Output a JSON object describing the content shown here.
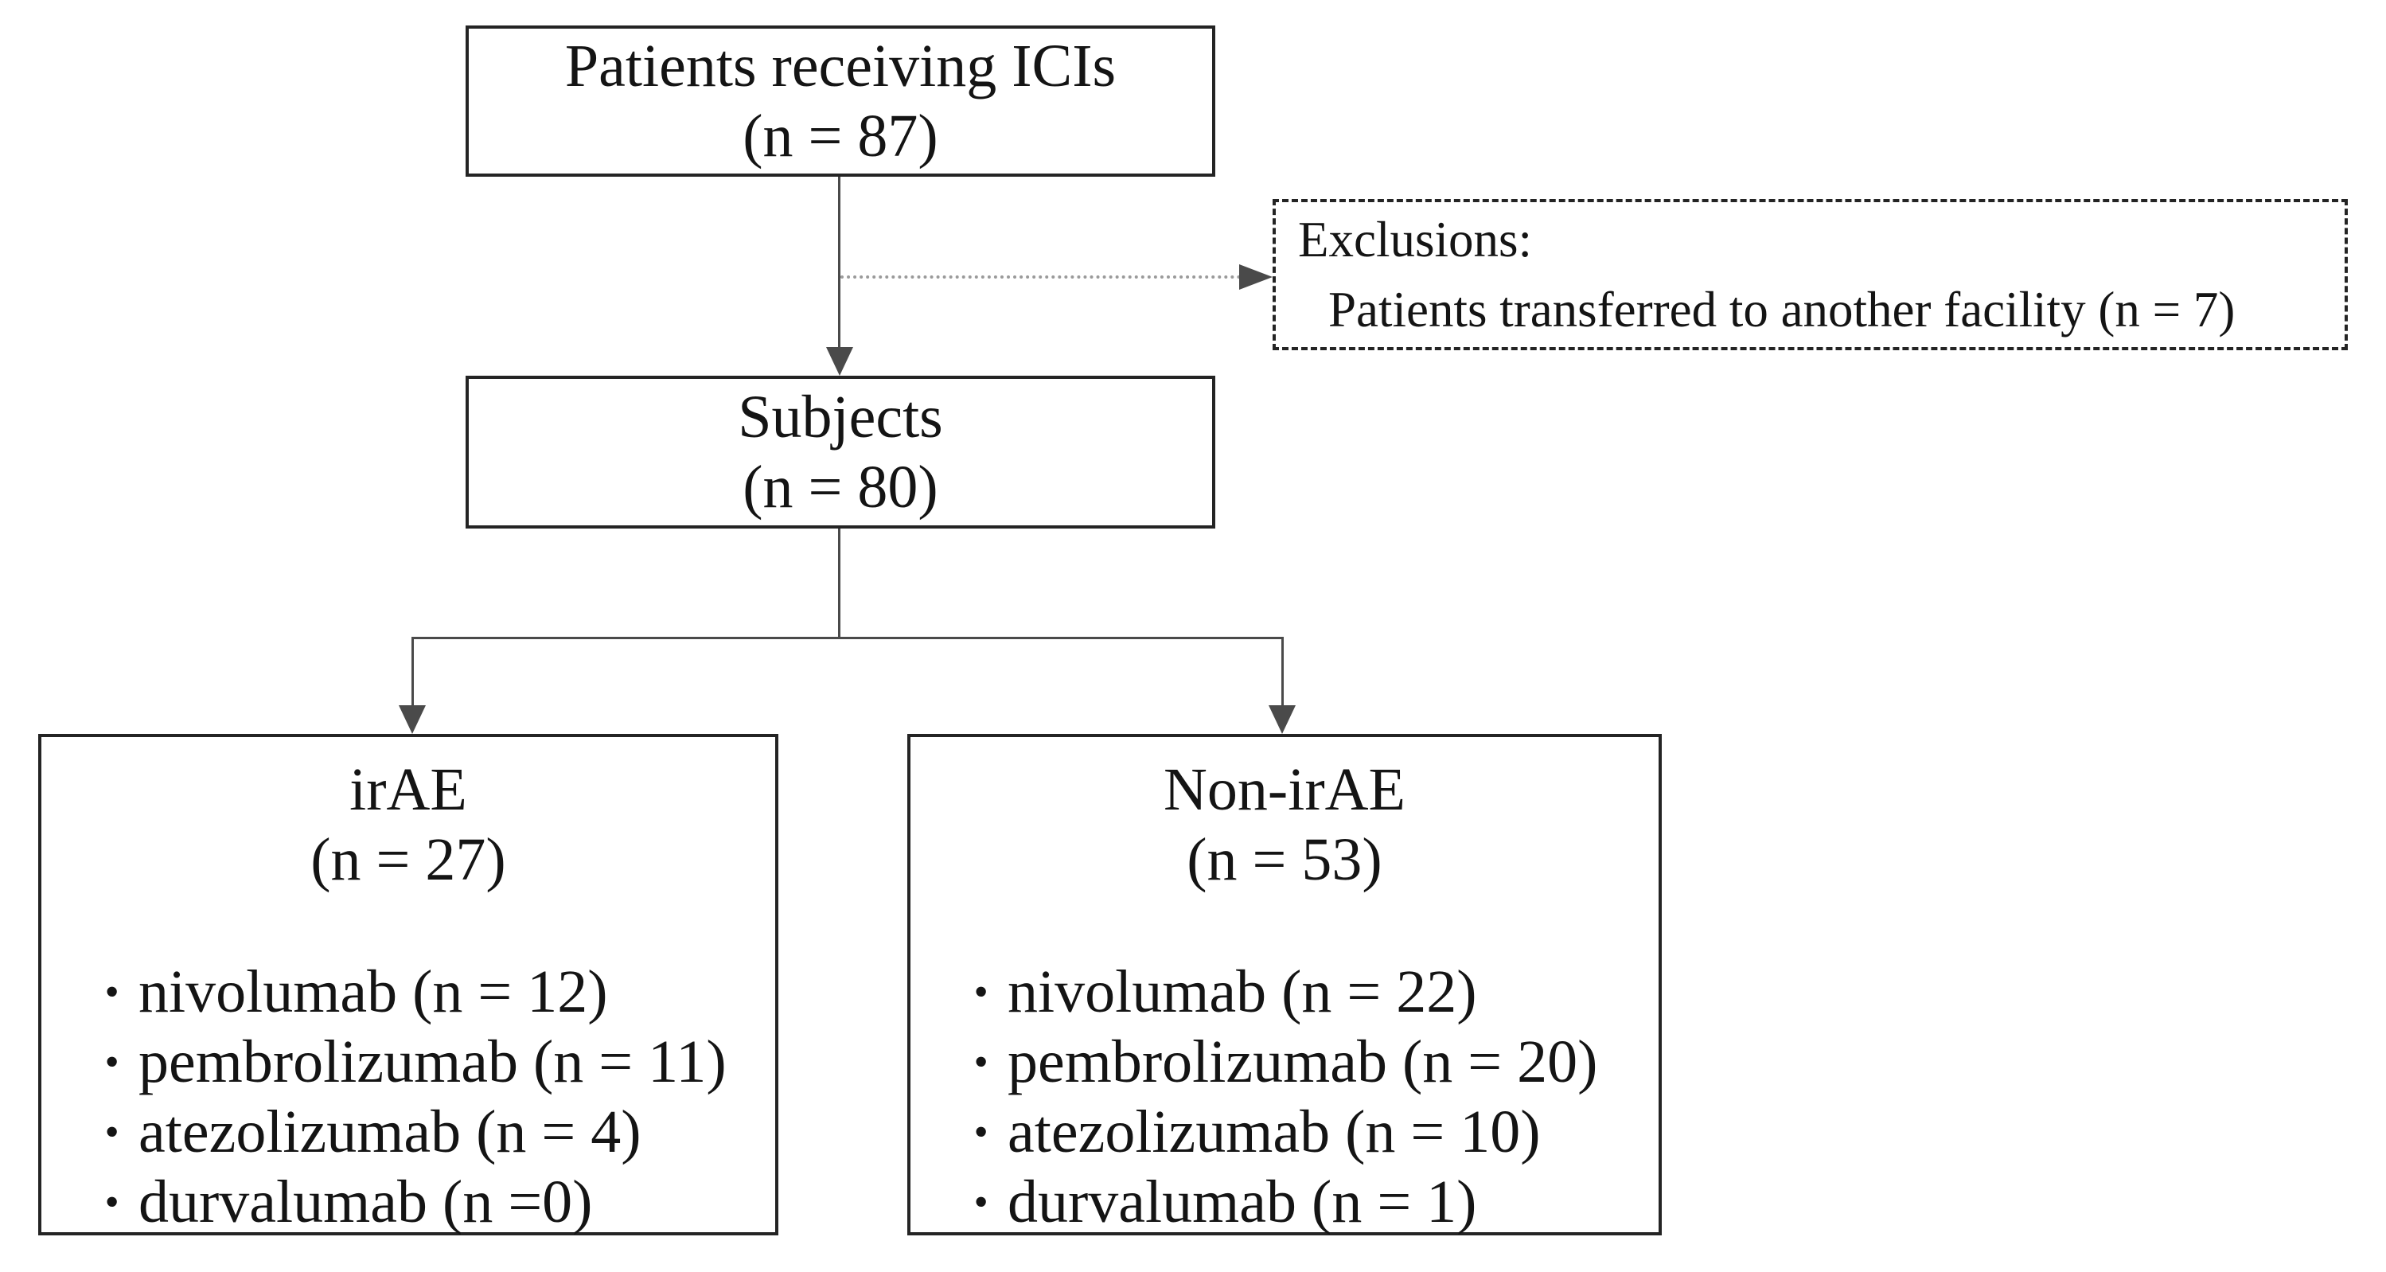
{
  "figure": {
    "bullet": "·",
    "colors": {
      "border_color": "#242424",
      "text_color": "#141414",
      "connector_color": "#4a4a4a",
      "dotted_color": "#9a9a9a",
      "background": "#ffffff"
    },
    "boxes": {
      "patients": {
        "line1": "Patients receiving ICIs",
        "line2": "(n = 87)"
      },
      "exclusions": {
        "line1": "Exclusions:",
        "line2": "Patients transferred to another facility (n = 7)"
      },
      "subjects": {
        "line1": "Subjects",
        "line2": "(n = 80)"
      },
      "irae": {
        "line1": "irAE",
        "line2": "(n = 27)",
        "items": [
          "nivolumab (n = 12)",
          "pembrolizumab (n = 11)",
          "atezolizumab (n = 4)",
          "durvalumab (n =0)"
        ]
      },
      "non_irae": {
        "line1": "Non-irAE",
        "line2": "(n = 53)",
        "items": [
          "nivolumab (n = 22)",
          "pembrolizumab (n = 20)",
          "atezolizumab (n = 10)",
          "durvalumab (n = 1)"
        ]
      }
    }
  }
}
